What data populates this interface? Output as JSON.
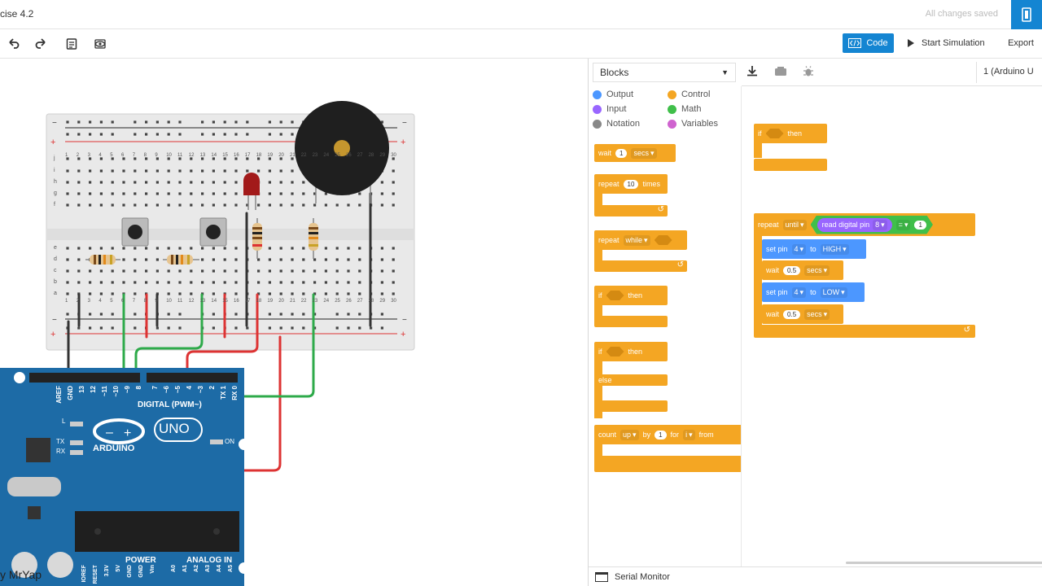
{
  "header": {
    "title": "cise 4.2",
    "save_status": "All changes saved"
  },
  "toolbar": {
    "code_label": "Code",
    "simulate_label": "Start Simulation",
    "export_label": "Export"
  },
  "board": {
    "digital_label": "DIGITAL (PWM~)",
    "brand": "ARDUINO",
    "model": "UNO",
    "on_label": "ON",
    "l_label": "L",
    "tx_label": "TX",
    "rx_label": "RX",
    "power_label": "POWER",
    "analog_label": "ANALOG IN",
    "top_pins": [
      "AREF",
      "GND",
      "13",
      "12",
      "~11",
      "~10",
      "~9",
      "8",
      "7",
      "~6",
      "~5",
      "4",
      "~3",
      "2",
      "TX 1",
      "RX 0"
    ],
    "bottom_pins": [
      "IOREF",
      "RESET",
      "3.3V",
      "5V",
      "GND",
      "GND",
      "Vin",
      "A0",
      "A1",
      "A2",
      "A3",
      "A4",
      "A5"
    ],
    "watermark": "y MrYap"
  },
  "breadboard": {
    "columns": [
      "1",
      "2",
      "3",
      "4",
      "5",
      "6",
      "7",
      "8",
      "9",
      "10",
      "11",
      "12",
      "13",
      "14",
      "15",
      "16",
      "17",
      "18",
      "19",
      "20",
      "21",
      "22",
      "23",
      "24",
      "25",
      "26",
      "27",
      "28",
      "29",
      "30"
    ],
    "rows_top": [
      "j",
      "i",
      "h",
      "g",
      "f"
    ],
    "rows_bottom": [
      "e",
      "d",
      "c",
      "b",
      "a"
    ]
  },
  "code_panel": {
    "mode_select": "Blocks",
    "device_select": "1 (Arduino U",
    "serial_monitor": "Serial Monitor",
    "categories": [
      {
        "label": "Output",
        "color": "#4c97ff"
      },
      {
        "label": "Control",
        "color": "#f4a623"
      },
      {
        "label": "Input",
        "color": "#9966ff"
      },
      {
        "label": "Math",
        "color": "#40bf4a"
      },
      {
        "label": "Notation",
        "color": "#888888"
      },
      {
        "label": "Variables",
        "color": "#cf63cf"
      }
    ],
    "palette": {
      "wait": {
        "kw": "wait",
        "value": "1",
        "unit": "secs"
      },
      "repeat_times": {
        "kw": "repeat",
        "value": "10",
        "suffix": "times"
      },
      "repeat_while": {
        "kw": "repeat",
        "mode": "while"
      },
      "if_then": {
        "kw": "if",
        "then": "then"
      },
      "if_else": {
        "kw": "if",
        "then": "then",
        "else": "else"
      },
      "count": {
        "kw": "count",
        "dir": "up",
        "by": "by",
        "step": "1",
        "for": "for",
        "var": "i",
        "from": "from"
      }
    },
    "workspace": {
      "if_block": {
        "kw": "if",
        "then": "then"
      },
      "repeat_until": {
        "kw": "repeat",
        "mode": "until",
        "read_label": "read digital pin",
        "pin": "8",
        "op": "=",
        "value": "1"
      },
      "set_pin_1": {
        "kw": "set pin",
        "pin": "4",
        "to": "to",
        "state": "HIGH"
      },
      "wait_1": {
        "kw": "wait",
        "value": "0.5",
        "unit": "secs"
      },
      "set_pin_2": {
        "kw": "set pin",
        "pin": "4",
        "to": "to",
        "state": "LOW"
      },
      "wait_2": {
        "kw": "wait",
        "value": "0.5",
        "unit": "secs"
      }
    }
  }
}
